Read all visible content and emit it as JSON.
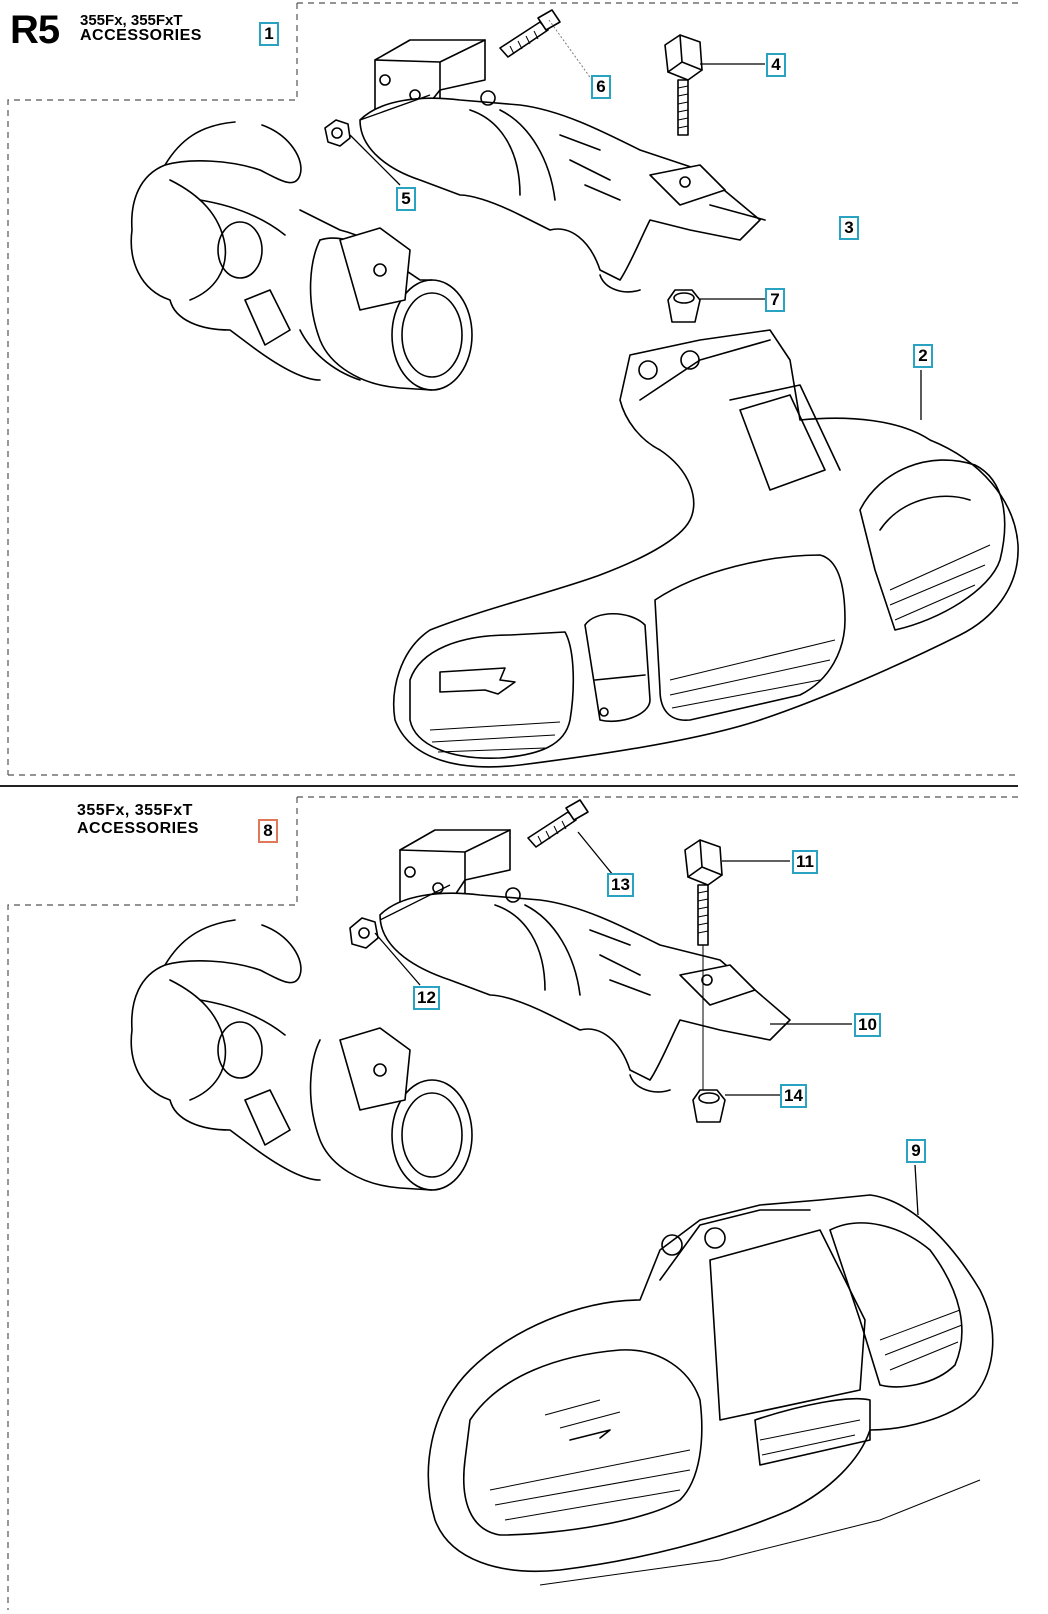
{
  "panel1": {
    "section_code": "R5",
    "models": "355Fx, 355FxT",
    "title": "ACCESSORIES",
    "callouts": [
      "1",
      "2",
      "3",
      "4",
      "5",
      "6",
      "7"
    ]
  },
  "panel2": {
    "models": "355Fx, 355FxT",
    "title": "ACCESSORIES",
    "callouts": [
      "8",
      "9",
      "10",
      "11",
      "12",
      "13",
      "14"
    ]
  },
  "colors": {
    "callout_border": "#2aa3c2",
    "active_callout_border": "#e0785a"
  }
}
